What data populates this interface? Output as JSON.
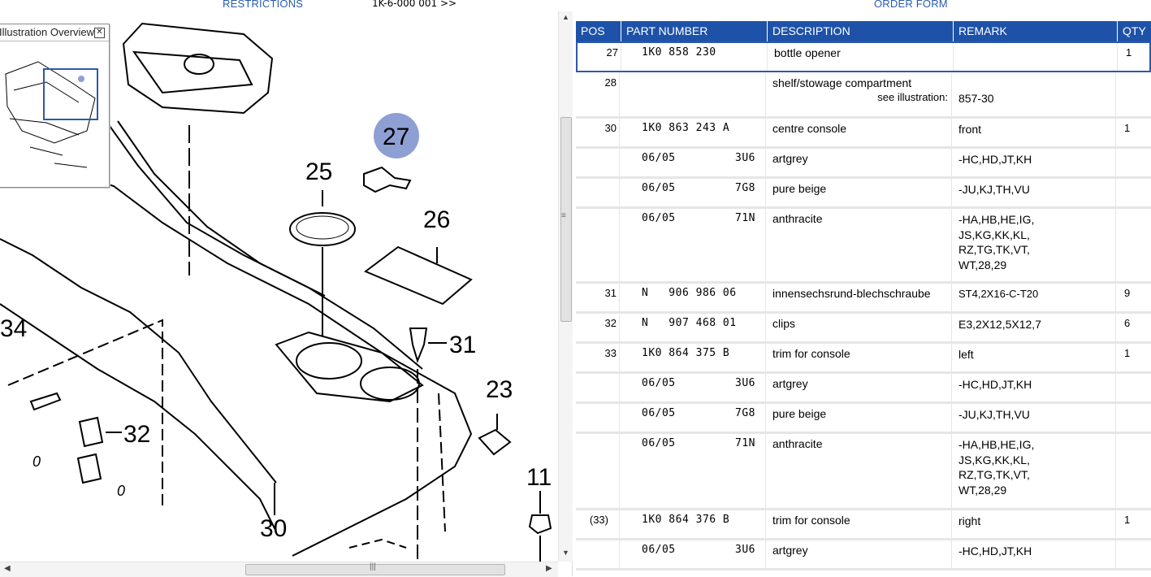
{
  "topbar": {
    "restrictions_label": "RESTRICTIONS",
    "breadcrumb": "1K-6-000 001 >>",
    "order_form_label": "ORDER FORM"
  },
  "overview": {
    "title": "Illustration Overview",
    "close_glyph": "✕"
  },
  "illustration": {
    "callouts": [
      "27",
      "25",
      "26",
      "31",
      "23",
      "32",
      "30",
      "11",
      "34",
      "0",
      "0"
    ],
    "highlighted_callout": "27",
    "highlight_color": "#8e9fd4"
  },
  "table": {
    "headers": {
      "pos": "POS",
      "part_number": "PART NUMBER",
      "description": "DESCRIPTION",
      "remark": "REMARK",
      "qty": "QTY"
    },
    "header_color": "#1e52a8",
    "selected_color": "#2c5aa8",
    "rows": [
      {
        "pos": "27",
        "part": "1K0 858 230",
        "desc": "bottle opener",
        "remark": "",
        "qty": "1"
      },
      {
        "pos": "28",
        "part": "",
        "desc": "shelf/stowage compartment",
        "see": "see illustration:",
        "remark": "857-30",
        "qty": ""
      },
      {
        "pos": "30",
        "part": "1K0 863 243 A",
        "desc": "centre console",
        "remark": "front",
        "qty": "1"
      },
      {
        "pos": "",
        "part": "06/05",
        "color": "3U6",
        "desc": "artgrey",
        "remark": "-HC,HD,JT,KH",
        "qty": ""
      },
      {
        "pos": "",
        "part": "06/05",
        "color": "7G8",
        "desc": "pure beige",
        "remark": "-JU,KJ,TH,VU",
        "qty": ""
      },
      {
        "pos": "",
        "part": "06/05",
        "color": "71N",
        "desc": "anthracite",
        "remark": "-HA,HB,HE,IG,\nJS,KG,KK,KL,\nRZ,TG,TK,VT,\nWT,28,29",
        "qty": ""
      },
      {
        "pos": "31",
        "part": "N   906 986 06",
        "desc": "innensechsrund-blechschraube",
        "remark": "ST4,2X16-C-T20",
        "qty": "9"
      },
      {
        "pos": "32",
        "part": "N   907 468 01",
        "desc": "clips",
        "remark": "E3,2X12,5X12,7",
        "qty": "6"
      },
      {
        "pos": "33",
        "part": "1K0 864 375 B",
        "desc": "trim for console",
        "remark": "left",
        "qty": "1"
      },
      {
        "pos": "",
        "part": "06/05",
        "color": "3U6",
        "desc": "artgrey",
        "remark": "-HC,HD,JT,KH",
        "qty": ""
      },
      {
        "pos": "",
        "part": "06/05",
        "color": "7G8",
        "desc": "pure beige",
        "remark": "-JU,KJ,TH,VU",
        "qty": ""
      },
      {
        "pos": "",
        "part": "06/05",
        "color": "71N",
        "desc": "anthracite",
        "remark": "-HA,HB,HE,IG,\nJS,KG,KK,KL,\nRZ,TG,TK,VT,\nWT,28,29",
        "qty": ""
      },
      {
        "pos": "(33)",
        "part": "1K0 864 376 B",
        "desc": "trim for console",
        "remark": "right",
        "qty": "1"
      },
      {
        "pos": "",
        "part": "06/05",
        "color": "3U6",
        "desc": "artgrey",
        "remark": "-HC,HD,JT,KH",
        "qty": ""
      }
    ]
  }
}
